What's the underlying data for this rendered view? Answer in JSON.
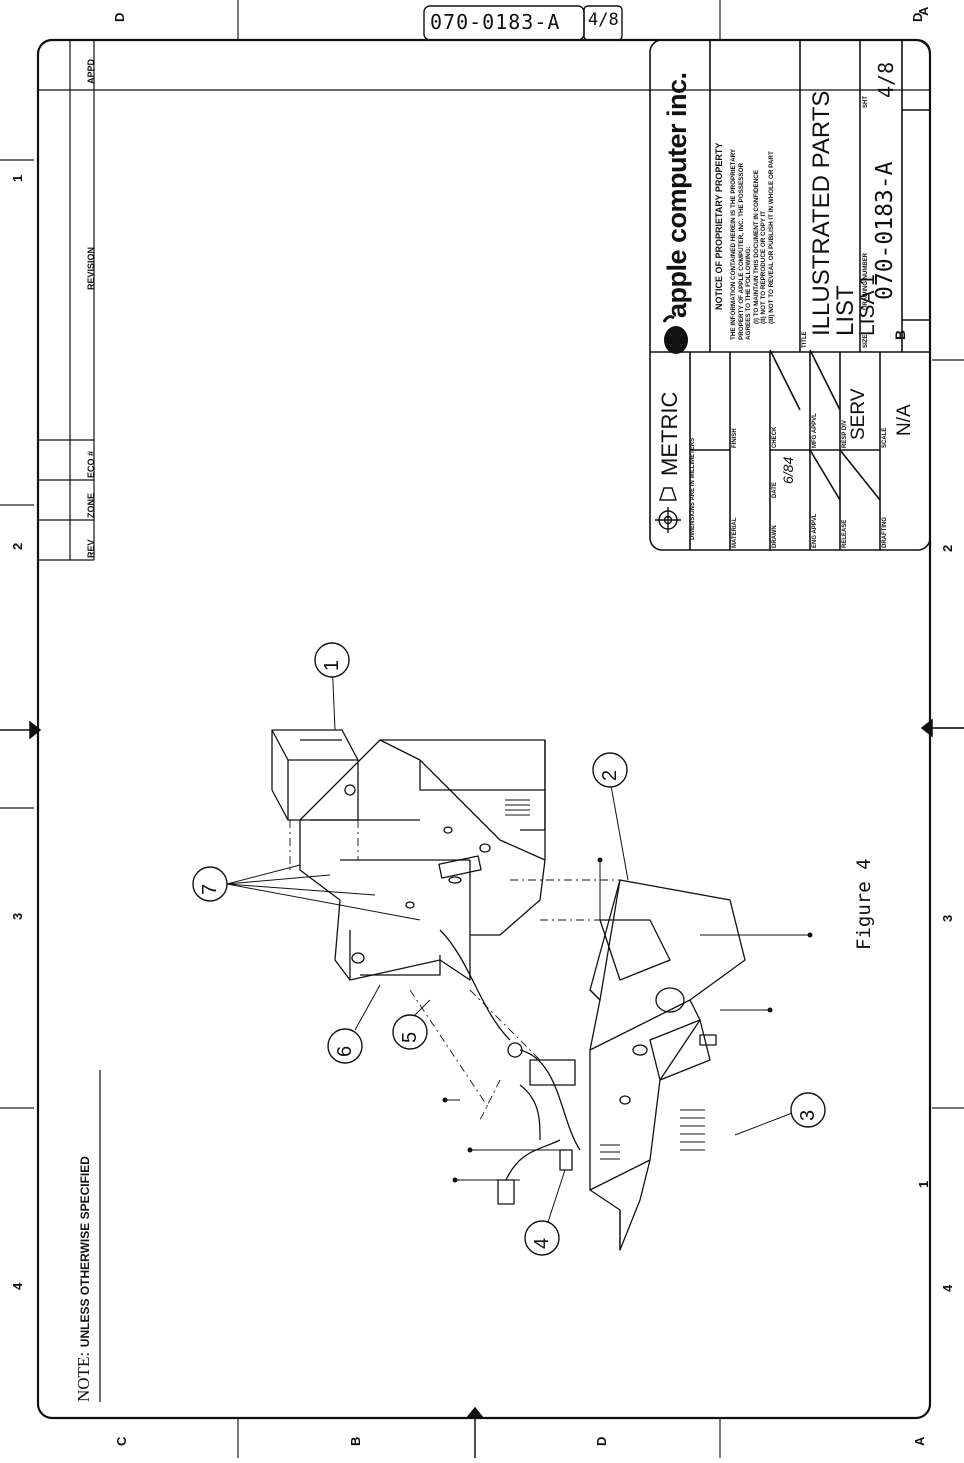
{
  "drawing": {
    "top_tab_number": "070-0183-A",
    "top_tab_sheet": "4/8",
    "note_label": "NOTE:",
    "note_text": "UNLESS OTHERWISE SPECIFIED",
    "figure_caption": "Figure 4",
    "zones_top": [
      "D",
      "1",
      "A"
    ],
    "zones_left": [
      "D",
      "C",
      "B",
      "A"
    ],
    "zones_right": [
      "2",
      "3",
      "4"
    ],
    "zones_rows": [
      "4",
      "3",
      "2",
      "1"
    ],
    "callouts": [
      "1",
      "2",
      "3",
      "4",
      "5",
      "6",
      "7"
    ]
  },
  "revision_block": {
    "rev": "REV",
    "zone": "ZONE",
    "eco": "ECO #",
    "revision": "REVISION",
    "appd": "APPD"
  },
  "title_block": {
    "company": "apple computer inc.",
    "notice_heading": "NOTICE OF PROPRIETARY PROPERTY",
    "notice_body": [
      "THE INFORMATION CONTAINED HEREIN IS THE PROPRIETARY",
      "PROPERTY OF APPLE COMPUTER, INC. THE POSSESSOR",
      "AGREES TO THE FOLLOWING:",
      "(I) TO MAINTAIN THIS DOCUMENT IN CONFIDENCE",
      "(II) NOT TO REPRODUCE OR COPY IT",
      "(III) NOT TO REVEAL OR PUBLISH IT IN WHOLE OR PART"
    ],
    "metric": "METRIC",
    "dimensions_note": "DIMENSIONS ARE IN MILLIMETERS",
    "title_label": "TITLE",
    "title_lines": [
      "ILLUSTRATED PARTS",
      "LIST",
      "LISA 1"
    ],
    "size_label": "SIZE",
    "size": "B",
    "drawing_number_label": "DRAWING NUMBER",
    "drawing_number": "070-0183-A",
    "sheet_label": "SHT",
    "sheet": "4/8",
    "material_label": "MATERIAL",
    "finish_label": "FINISH",
    "drawn_label": "DRAWN",
    "date_label": "DATE",
    "date_value": "6/84",
    "check_label": "CHECK",
    "eng_appd_label": "ENG APPVL",
    "mfg_appd_label": "MFG APPVL",
    "release_label": "RELEASE",
    "resp_div_label": "RESP DIV",
    "resp_div": "SERV",
    "scale_label": "SCALE",
    "scale": "N/A",
    "drafting_label": "DRAFTING"
  }
}
